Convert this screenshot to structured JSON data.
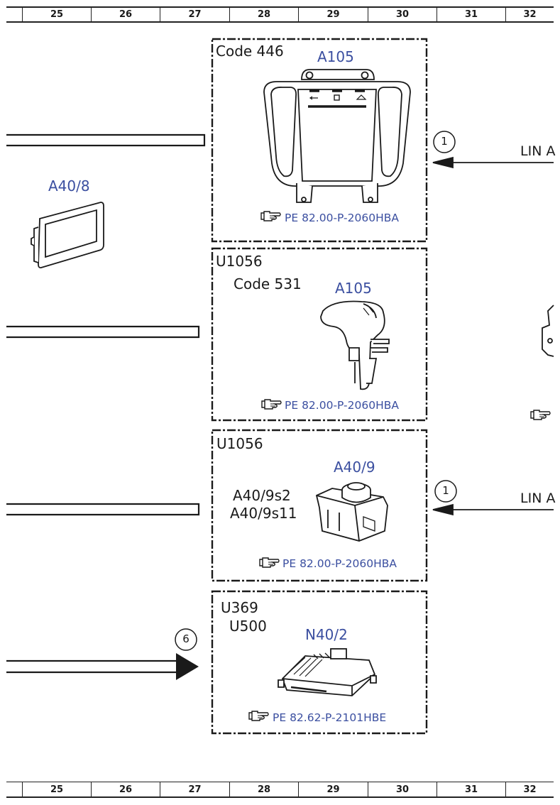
{
  "ruler": {
    "columns": [
      "25",
      "26",
      "27",
      "28",
      "29",
      "30",
      "31",
      "32"
    ]
  },
  "blocks": [
    {
      "codes": [
        "Code 446"
      ],
      "component": "A105",
      "reference": "PE 82.00-P-2060HBA"
    },
    {
      "codes": [
        "U1056",
        "Code 531"
      ],
      "component": "A105",
      "reference": "PE 82.00-P-2060HBA"
    },
    {
      "codes": [
        "U1056"
      ],
      "sublabels": [
        "A40/9s2",
        "A40/9s11"
      ],
      "component": "A40/9",
      "reference": "PE 82.00-P-2060HBA"
    },
    {
      "codes": [
        "U369",
        "U500"
      ],
      "component": "N40/2",
      "reference": "PE 82.62-P-2101HBE"
    }
  ],
  "left_component": {
    "label": "A40/8"
  },
  "connections": [
    {
      "number": "1",
      "label": "LIN A"
    },
    {
      "number": "1",
      "label": "LIN A"
    },
    {
      "number": "6"
    }
  ],
  "colors": {
    "label_blue": "#3b4fa0",
    "line": "#1a1a1a"
  }
}
